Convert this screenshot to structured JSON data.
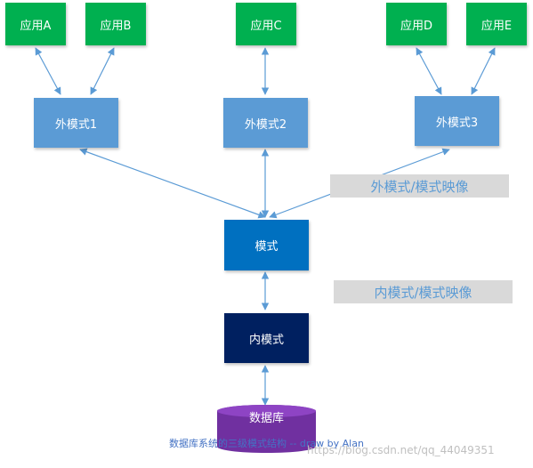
{
  "apps": [
    {
      "label": "应用A"
    },
    {
      "label": "应用B"
    },
    {
      "label": "应用C"
    },
    {
      "label": "应用D"
    },
    {
      "label": "应用E"
    }
  ],
  "external_schemas": [
    {
      "label": "外模式1"
    },
    {
      "label": "外模式2"
    },
    {
      "label": "外模式3"
    }
  ],
  "schema": {
    "label": "模式"
  },
  "internal_schema": {
    "label": "内模式"
  },
  "database": {
    "label": "数据库"
  },
  "mappings": {
    "external_schema": "外模式/模式映像",
    "schema_internal": "内模式/模式映像"
  },
  "caption": "数据库系统的三级模式结构 -- draw by Alan",
  "watermark": "https://blog.csdn.net/qq_44049351",
  "colors": {
    "app": "#00b050",
    "external": "#5b9bd5",
    "schema": "#0070c0",
    "internal": "#002060",
    "database": "#7030a0",
    "arrow": "#5b9bd5",
    "mapping_bg": "#d9d9d9"
  }
}
